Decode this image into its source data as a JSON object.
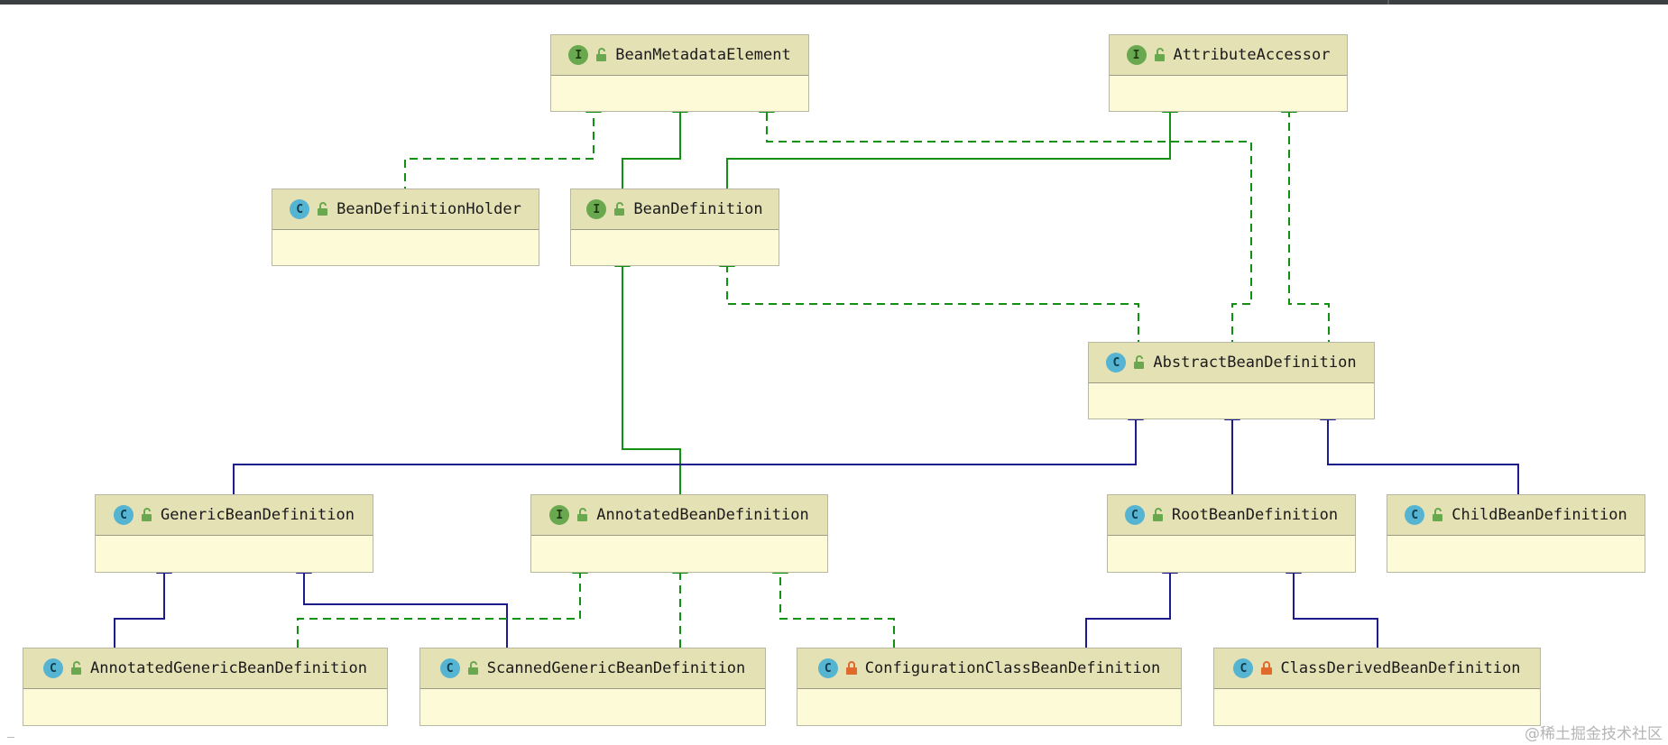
{
  "colors": {
    "implements": "#129012",
    "extends": "#1c1c8c",
    "interface_badge": "#6aa84f",
    "class_badge": "#56b4d3",
    "header": "#e4e1b5",
    "body": "#fdfbd7"
  },
  "nodes": {
    "bean_metadata_element": {
      "name": "BeanMetadataElement",
      "kind": "I",
      "access": "public"
    },
    "attribute_accessor": {
      "name": "AttributeAccessor",
      "kind": "I",
      "access": "public"
    },
    "bean_definition_holder": {
      "name": "BeanDefinitionHolder",
      "kind": "C",
      "access": "public"
    },
    "bean_definition": {
      "name": "BeanDefinition",
      "kind": "I",
      "access": "public"
    },
    "abstract_bean_definition": {
      "name": "AbstractBeanDefinition",
      "kind": "C",
      "access": "public"
    },
    "generic_bean_definition": {
      "name": "GenericBeanDefinition",
      "kind": "C",
      "access": "public"
    },
    "annotated_bean_definition": {
      "name": "AnnotatedBeanDefinition",
      "kind": "I",
      "access": "public"
    },
    "root_bean_definition": {
      "name": "RootBeanDefinition",
      "kind": "C",
      "access": "public"
    },
    "child_bean_definition": {
      "name": "ChildBeanDefinition",
      "kind": "C",
      "access": "public"
    },
    "annotated_generic_bean_definition": {
      "name": "AnnotatedGenericBeanDefinition",
      "kind": "C",
      "access": "public"
    },
    "scanned_generic_bean_definition": {
      "name": "ScannedGenericBeanDefinition",
      "kind": "C",
      "access": "public"
    },
    "configuration_class_bean_definition": {
      "name": "ConfigurationClassBeanDefinition",
      "kind": "C",
      "access": "private"
    },
    "class_derived_bean_definition": {
      "name": "ClassDerivedBeanDefinition",
      "kind": "C",
      "access": "private"
    }
  },
  "edges": [
    {
      "from": "bean_definition_holder",
      "to": "bean_metadata_element",
      "type": "implements"
    },
    {
      "from": "bean_definition",
      "to": "bean_metadata_element",
      "type": "extends-interface"
    },
    {
      "from": "bean_definition",
      "to": "attribute_accessor",
      "type": "extends-interface"
    },
    {
      "from": "abstract_bean_definition",
      "to": "bean_definition",
      "type": "implements"
    },
    {
      "from": "abstract_bean_definition",
      "to": "bean_metadata_element",
      "type": "implements"
    },
    {
      "from": "abstract_bean_definition",
      "to": "attribute_accessor",
      "type": "implements"
    },
    {
      "from": "annotated_bean_definition",
      "to": "bean_definition",
      "type": "extends-interface"
    },
    {
      "from": "generic_bean_definition",
      "to": "abstract_bean_definition",
      "type": "extends"
    },
    {
      "from": "root_bean_definition",
      "to": "abstract_bean_definition",
      "type": "extends"
    },
    {
      "from": "child_bean_definition",
      "to": "abstract_bean_definition",
      "type": "extends"
    },
    {
      "from": "annotated_generic_bean_definition",
      "to": "generic_bean_definition",
      "type": "extends"
    },
    {
      "from": "annotated_generic_bean_definition",
      "to": "annotated_bean_definition",
      "type": "implements"
    },
    {
      "from": "scanned_generic_bean_definition",
      "to": "generic_bean_definition",
      "type": "extends"
    },
    {
      "from": "scanned_generic_bean_definition",
      "to": "annotated_bean_definition",
      "type": "implements"
    },
    {
      "from": "configuration_class_bean_definition",
      "to": "annotated_bean_definition",
      "type": "implements"
    },
    {
      "from": "configuration_class_bean_definition",
      "to": "root_bean_definition",
      "type": "extends"
    },
    {
      "from": "class_derived_bean_definition",
      "to": "root_bean_definition",
      "type": "extends"
    }
  ],
  "watermark": "@稀土掘金技术社区"
}
